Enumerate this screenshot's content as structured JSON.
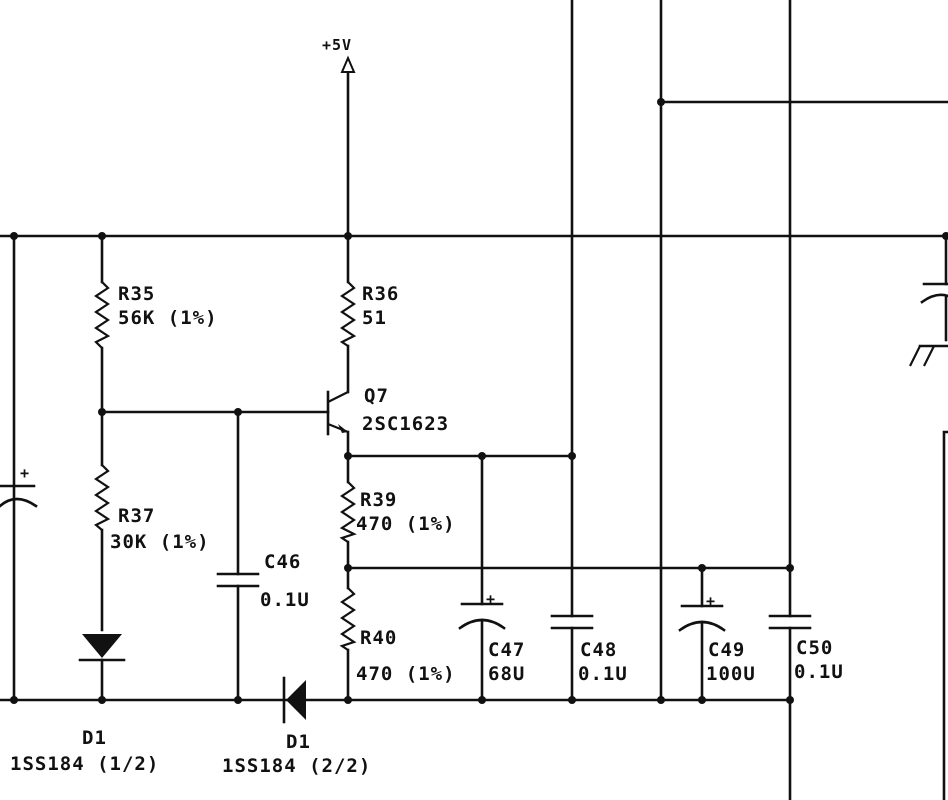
{
  "supply": {
    "label": "+5V"
  },
  "components": {
    "r35": {
      "ref": "R35",
      "value": "56K (1%)"
    },
    "r36": {
      "ref": "R36",
      "value": "51"
    },
    "q7": {
      "ref": "Q7",
      "value": "2SC1623"
    },
    "r37": {
      "ref": "R37",
      "value": "30K (1%)"
    },
    "c46": {
      "ref": "C46",
      "value": "0.1U"
    },
    "r39": {
      "ref": "R39",
      "value": "470 (1%)"
    },
    "r40": {
      "ref": "R40",
      "value": "470 (1%)"
    },
    "c47": {
      "ref": "C47",
      "value": "68U"
    },
    "c48": {
      "ref": "C48",
      "value": "0.1U"
    },
    "c49": {
      "ref": "C49",
      "value": "100U"
    },
    "c50": {
      "ref": "C50",
      "value": "0.1U"
    },
    "d1a": {
      "ref": "D1",
      "value": "1SS184 (1/2)"
    },
    "d1b": {
      "ref": "D1",
      "value": "1SS184 (2/2)"
    }
  },
  "polarity": {
    "plus": "+"
  }
}
